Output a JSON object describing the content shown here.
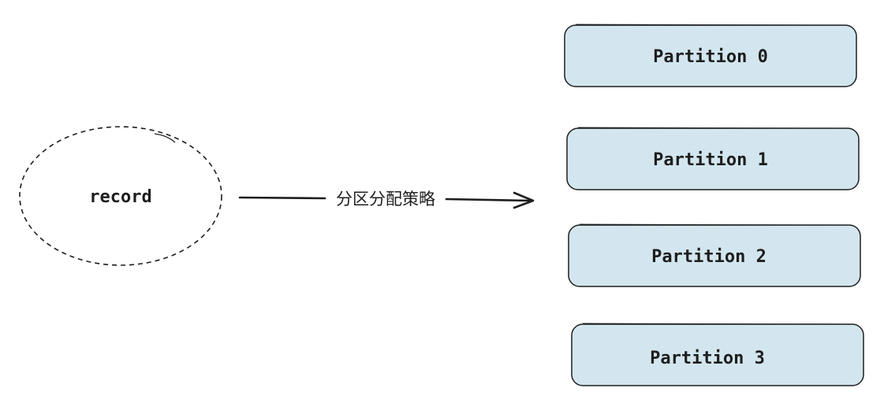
{
  "source": {
    "label": "record"
  },
  "arrow": {
    "label": "分区分配策略"
  },
  "partitions": [
    {
      "label": "Partition 0"
    },
    {
      "label": "Partition 1"
    },
    {
      "label": "Partition 2"
    },
    {
      "label": "Partition 3"
    }
  ],
  "colors": {
    "partition_fill": "#d3e6ef",
    "stroke": "#1e1e1e",
    "background": "#ffffff"
  }
}
